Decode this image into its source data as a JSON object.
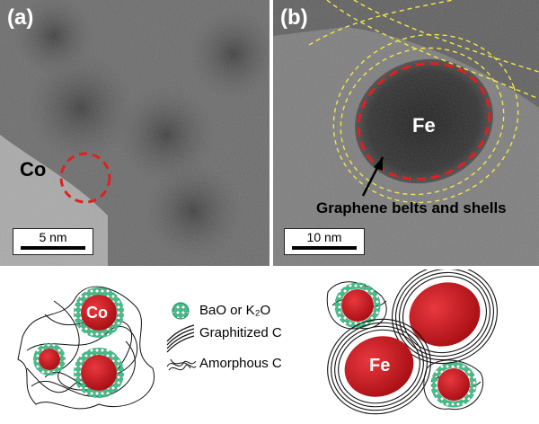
{
  "panel_a": {
    "label": "(a)",
    "particle_label": "Co",
    "scale_label": "5 nm"
  },
  "panel_b": {
    "label": "(b)",
    "particle_label": "Fe",
    "scale_label": "10 nm",
    "annotation": "Graphene belts and shells"
  },
  "schematic": {
    "co_label": "Co",
    "fe_label": "Fe",
    "legend": [
      {
        "label": "BaO or K₂O",
        "icon": "promoter-dot-icon"
      },
      {
        "label": "Graphitized C",
        "icon": "graphitized-carbon-icon"
      },
      {
        "label": "Amorphous C",
        "icon": "amorphous-carbon-icon"
      }
    ]
  },
  "colors": {
    "particle_red": "#c0141a",
    "promoter_green": "#3fc289",
    "circle_dashed": "#e02020",
    "graphene_yellow": "#f2e64a"
  }
}
